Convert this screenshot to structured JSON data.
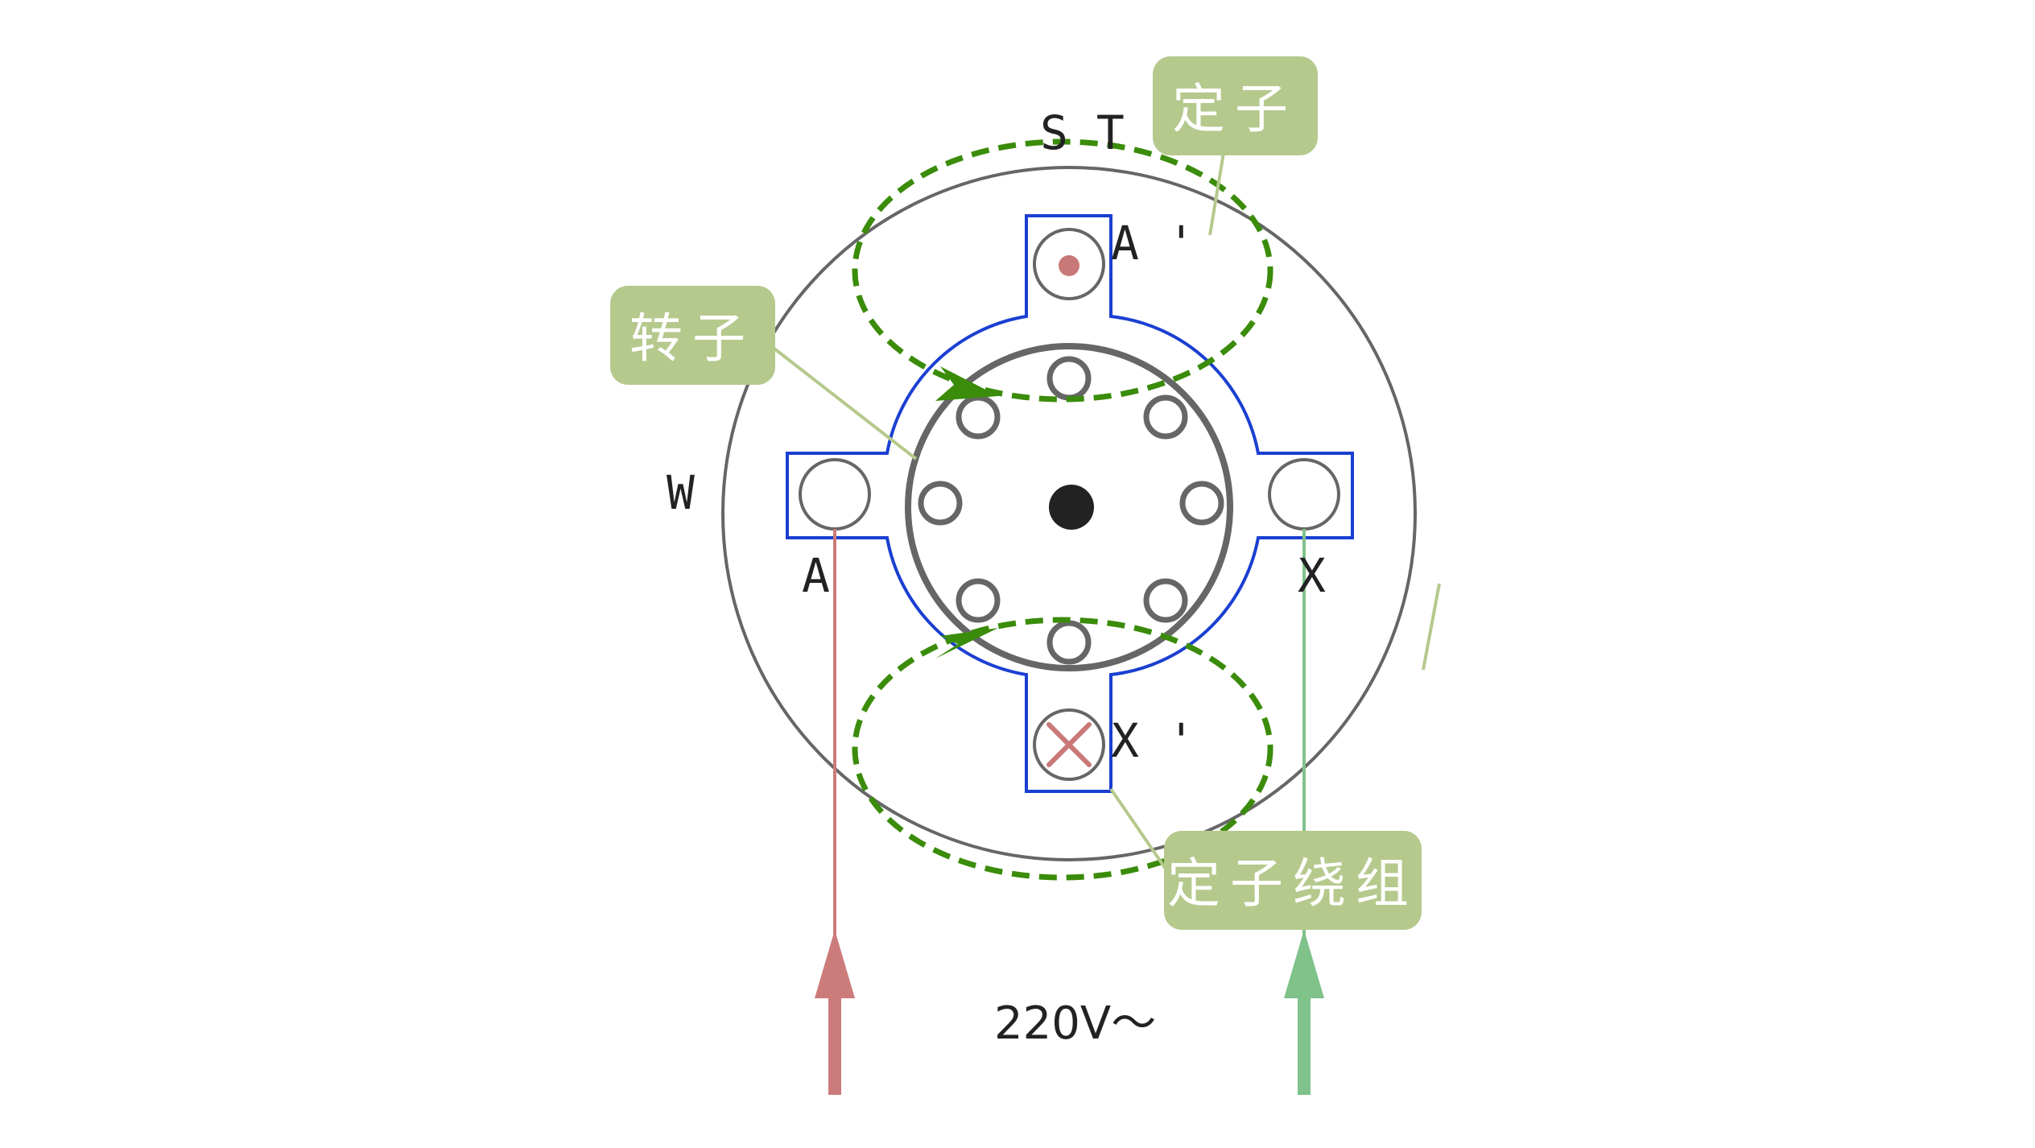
{
  "labels": {
    "st": "S T",
    "w": "W",
    "a": "A",
    "a_prime": "A '",
    "x": "X",
    "x_prime": "X '",
    "voltage": "220V～"
  },
  "callouts": {
    "stator": "定子",
    "rotor": "转子",
    "stator_winding": "定子绕组"
  },
  "colors": {
    "stator_outline": "#666666",
    "pole_outline": "#1a3fd1",
    "flux_path": "#3a8c0a",
    "callout_bg": "#b5c98d",
    "lead_a": "#cc7b7b",
    "lead_x": "#7fc28a",
    "shaft": "#222222"
  },
  "icons": {
    "current_out": "dot-in-circle",
    "current_in": "cross-in-circle"
  }
}
